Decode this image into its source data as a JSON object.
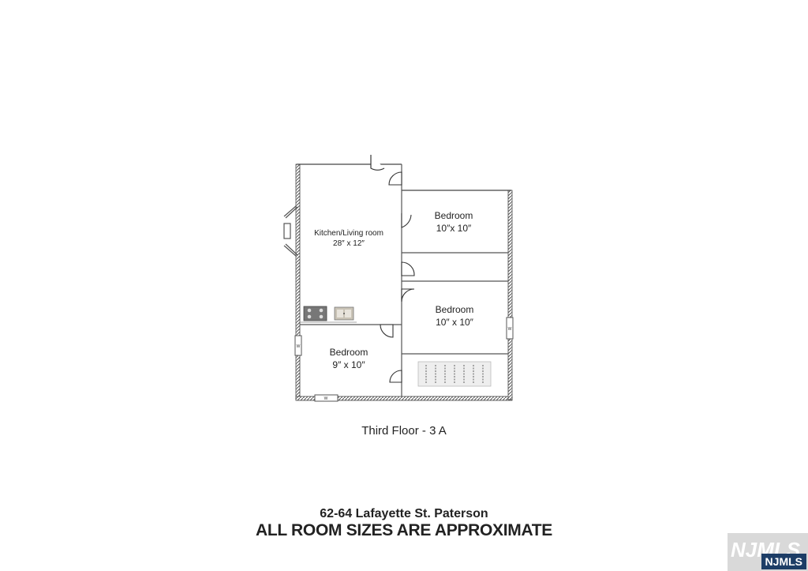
{
  "rooms": {
    "kitchen_living": {
      "name": "Kitchen/Living room",
      "size": "28″ x 12″"
    },
    "bedroom_top": {
      "name": "Bedroom",
      "size": "10″x 10″"
    },
    "bedroom_middle": {
      "name": "Bedroom",
      "size": "10″ x 10″"
    },
    "bedroom_bottom": {
      "name": "Bedroom",
      "size": "9″ x 10″"
    }
  },
  "window_marker": "W",
  "floor_caption": "Third Floor - 3 A",
  "address": "62-64 Lafayette St. Paterson",
  "disclaimer": "ALL ROOM SIZES ARE APPROXIMATE",
  "logo": {
    "ghost_text": "NJMLS",
    "badge_text": "NJMLS"
  },
  "colors": {
    "wall": "#4a4a4a",
    "logo_badge": "#1d3d66"
  }
}
